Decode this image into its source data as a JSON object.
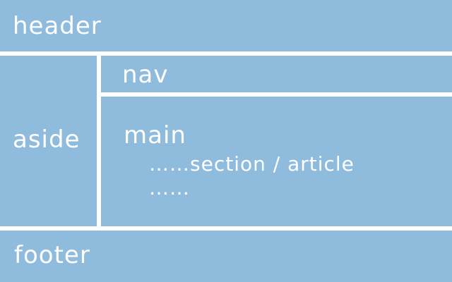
{
  "header": {
    "label": "header"
  },
  "aside": {
    "label": "aside"
  },
  "nav": {
    "label": "nav"
  },
  "main": {
    "label": "main",
    "sub_line_1": "……section / article",
    "sub_line_2": "……"
  },
  "footer": {
    "label": "footer"
  },
  "colors": {
    "region_fill": "#8fbcdd",
    "divider": "#ffffff",
    "text": "#ffffff"
  }
}
